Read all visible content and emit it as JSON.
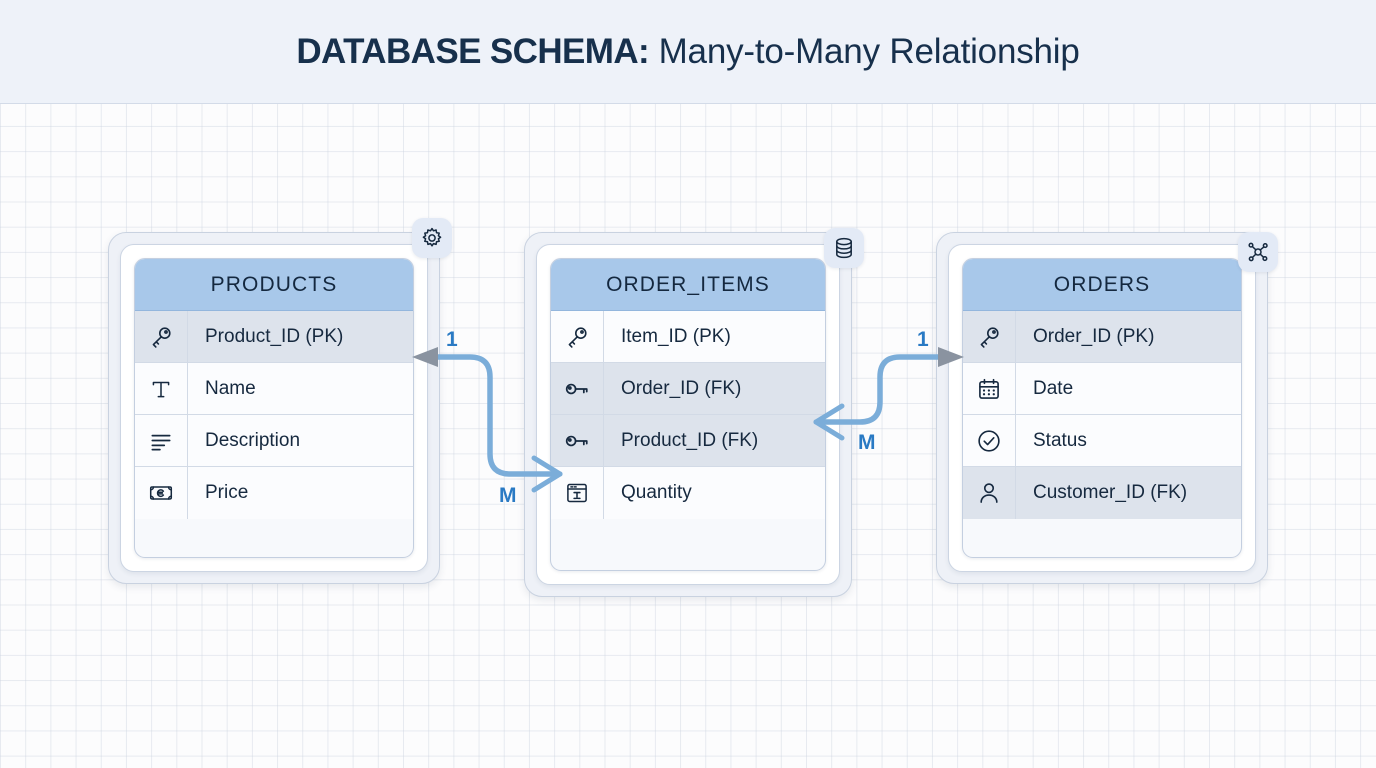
{
  "title": {
    "strong": "DATABASE SCHEMA:",
    "light": " Many-to-Many Relationship"
  },
  "colors": {
    "header_blue": "#a8c8ea",
    "connector_blue": "#7badd9",
    "arrow_gray": "#8a93a0",
    "text_navy": "#16293f",
    "label_blue": "#2a7ac4",
    "card_outer": "#eef1f7",
    "row_highlight": "#dde3ec",
    "canvas": "#fcfcfd",
    "titlebar": "#eef2f9"
  },
  "tables": [
    {
      "id": "products",
      "name": "PRODUCTS",
      "badge_icon": "gear-icon",
      "columns": [
        {
          "label": "Product_ID (PK)",
          "icon": "key-icon",
          "highlight": true
        },
        {
          "label": "Name",
          "icon": "text-t-icon",
          "highlight": false
        },
        {
          "label": "Description",
          "icon": "paragraph-lines-icon",
          "highlight": false
        },
        {
          "label": "Price",
          "icon": "banknote-euro-icon",
          "highlight": false
        }
      ]
    },
    {
      "id": "order_items",
      "name": "ORDER_ITEMS",
      "badge_icon": "database-icon",
      "columns": [
        {
          "label": "Item_ID (PK)",
          "icon": "key-icon",
          "highlight": false
        },
        {
          "label": "Order_ID (FK)",
          "icon": "key-horizontal-icon",
          "highlight": true
        },
        {
          "label": "Product_ID (FK)",
          "icon": "key-horizontal-icon",
          "highlight": true
        },
        {
          "label": "Quantity",
          "icon": "box-count-icon",
          "highlight": false
        }
      ]
    },
    {
      "id": "orders",
      "name": "ORDERS",
      "badge_icon": "network-nodes-icon",
      "columns": [
        {
          "label": "Order_ID (PK)",
          "icon": "key-icon",
          "highlight": true
        },
        {
          "label": "Date",
          "icon": "calendar-icon",
          "highlight": false
        },
        {
          "label": "Status",
          "icon": "check-circle-icon",
          "highlight": false
        },
        {
          "label": "Customer_ID (FK)",
          "icon": "person-icon",
          "highlight": true
        }
      ]
    }
  ],
  "relationships": [
    {
      "id": "products-order_items",
      "from_table": "PRODUCTS",
      "from_column": "Product_ID (PK)",
      "to_table": "ORDER_ITEMS",
      "to_column": "Product_ID (FK)",
      "from_cardinality": "1",
      "to_cardinality": "M"
    },
    {
      "id": "order_items-orders",
      "from_table": "ORDER_ITEMS",
      "from_column": "Order_ID (FK)",
      "to_table": "ORDERS",
      "to_column": "Order_ID (PK)",
      "from_cardinality": "M",
      "to_cardinality": "1"
    }
  ],
  "cardinality_labels": {
    "left_one": "1",
    "left_many": "M",
    "right_many": "M",
    "right_one": "1"
  }
}
